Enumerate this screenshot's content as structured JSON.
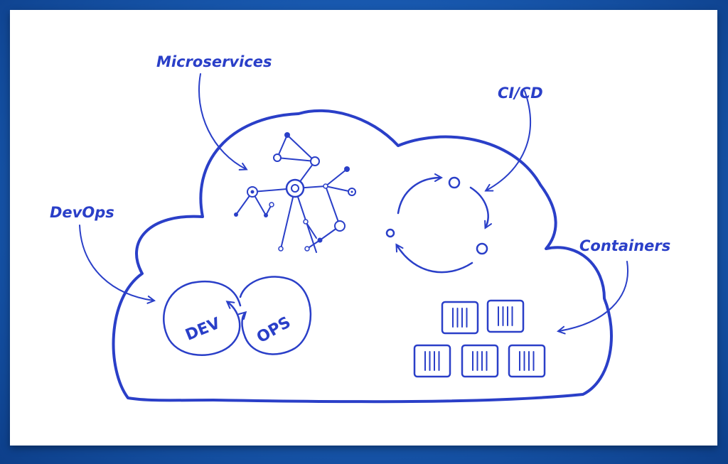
{
  "labels": {
    "microservices": "Microservices",
    "cicd": "CI/CD",
    "devops": "DevOps",
    "containers": "Containers",
    "dev": "DEV",
    "ops": "OPS"
  },
  "colors": {
    "ink": "#2a3fc8",
    "card": "#ffffff",
    "background": "#1b5fb8"
  }
}
